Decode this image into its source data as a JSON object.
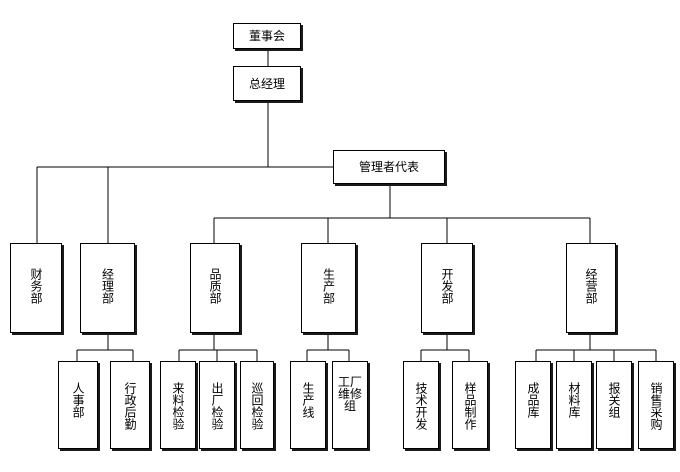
{
  "nodes": {
    "board": "董事会",
    "gm": "总经理",
    "rep": "管理者代表",
    "finance": "财务部",
    "manager_dept": "经理部",
    "quality": "品质部",
    "production": "生产部",
    "development": "开发部",
    "business": "经营部",
    "hr": "人事部",
    "admin": "行政后勤",
    "incoming": "来料检验",
    "outgoing": "出厂检验",
    "patrol": "巡回检验",
    "line": "生产线",
    "maint": "工厂维修组",
    "tech": "技术开发",
    "sample": "样品制作",
    "finished": "成品库",
    "material": "材料库",
    "customs": "报关组",
    "purchase": "销售采购"
  }
}
